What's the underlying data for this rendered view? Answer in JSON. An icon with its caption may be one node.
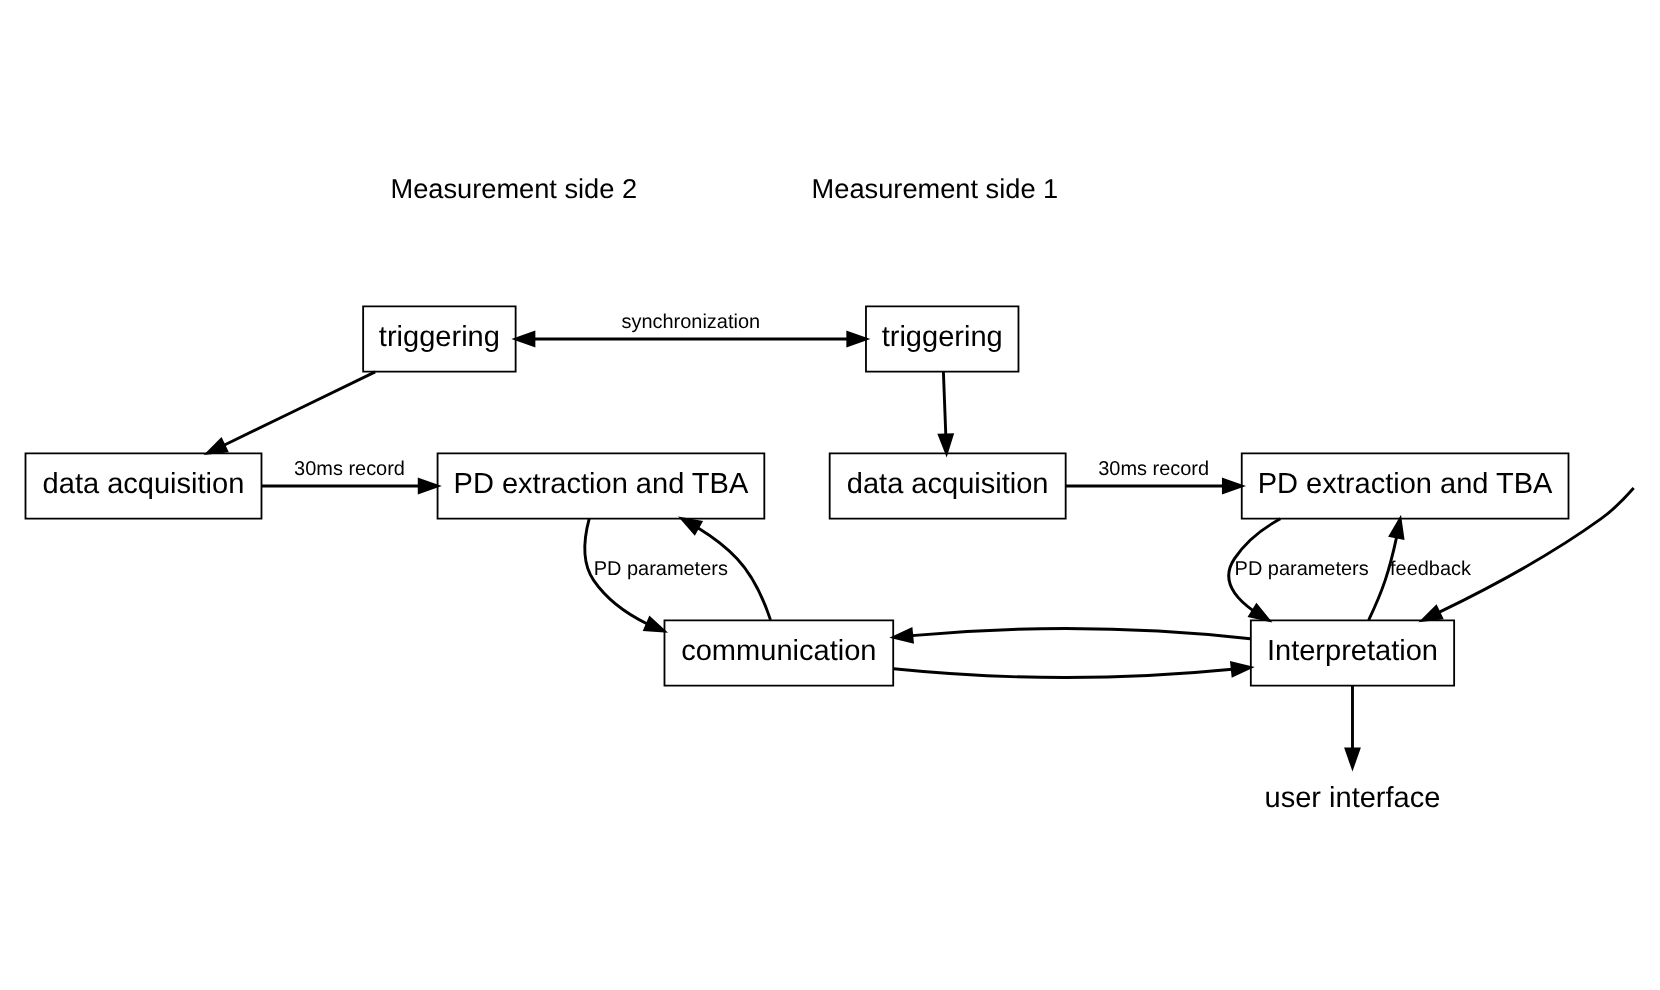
{
  "diagram": {
    "nodes": [
      {
        "text": [
          "triggering"
        ]
      },
      {
        "text": [
          "data acquisition"
        ]
      },
      {
        "text": [
          "PD extraction and TBA"
        ]
      },
      {
        "text": [
          "triggering"
        ]
      },
      {
        "text": [
          "data acquisition"
        ]
      },
      {
        "text": [
          "PD extraction and TBA"
        ]
      },
      {
        "text": [
          "communication"
        ]
      },
      {
        "text": [
          "Interpretation"
        ]
      },
      {
        "text": [
          "user interface"
        ]
      }
    ],
    "edges": [
      {
        "from": 0,
        "to": 3,
        "arrow": "both",
        "label": "synchronization"
      },
      {
        "from": 0,
        "to": 1,
        "arrow": "to"
      },
      {
        "from": 1,
        "to": 2,
        "arrow": "to",
        "label": "30ms record"
      },
      {
        "from": 3,
        "to": 4,
        "arrow": "to"
      },
      {
        "from": 4,
        "to": 5,
        "arrow": "to",
        "label": "30ms record"
      },
      {
        "from": 2,
        "to": 6,
        "arrow": "to",
        "label": "PD parameters"
      },
      {
        "from": 6,
        "to": 7,
        "arrow": "to"
      },
      {
        "from": 7,
        "to": 6,
        "arrow": "to"
      },
      {
        "from": 6,
        "to": 2,
        "arrow": "to"
      },
      {
        "from": 7,
        "to": 5,
        "arrow": "to",
        "label": "feedback"
      },
      {
        "from": 5,
        "to": 7,
        "arrow": "to",
        "label": "PD parameters"
      },
      {
        "from": null,
        "to": 7,
        "arrow": "to"
      },
      {
        "from": 7,
        "to": 8,
        "arrow": "to"
      }
    ],
    "labels": [
      "Measurement side 2",
      "Measurement side 1"
    ]
  }
}
